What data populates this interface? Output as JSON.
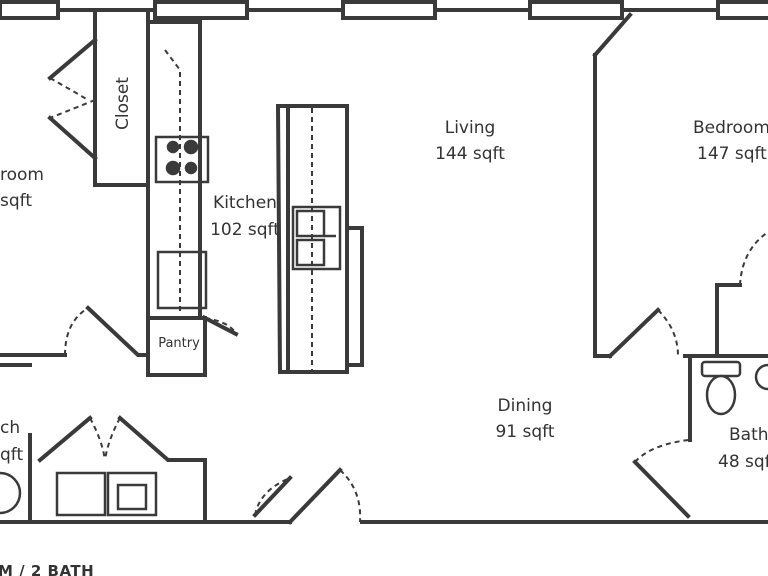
{
  "colors": {
    "wall": "#3a3a3a",
    "background": "#ffffff",
    "text": "#333333"
  },
  "rooms": {
    "bedroom_left": {
      "name": "room",
      "area": "sqft"
    },
    "closet": {
      "name": "Closet"
    },
    "kitchen": {
      "name": "Kitchen",
      "area": "102 sqft"
    },
    "pantry": {
      "name": "Pantry"
    },
    "living": {
      "name": "Living",
      "area": "144 sqft"
    },
    "bedroom_right": {
      "name": "Bedroom",
      "area": "147 sqft"
    },
    "dining": {
      "name": "Dining",
      "area": "91 sqft"
    },
    "bath_left": {
      "name": "ch",
      "area": "qft"
    },
    "bath_right": {
      "name": "Bath",
      "area": "48 sqft"
    }
  },
  "caption": "M / 2 BATH",
  "icons": [
    "stove-icon",
    "dishwasher-icon",
    "sink-icon",
    "toilet-icon",
    "washer-icon",
    "dryer-icon"
  ]
}
